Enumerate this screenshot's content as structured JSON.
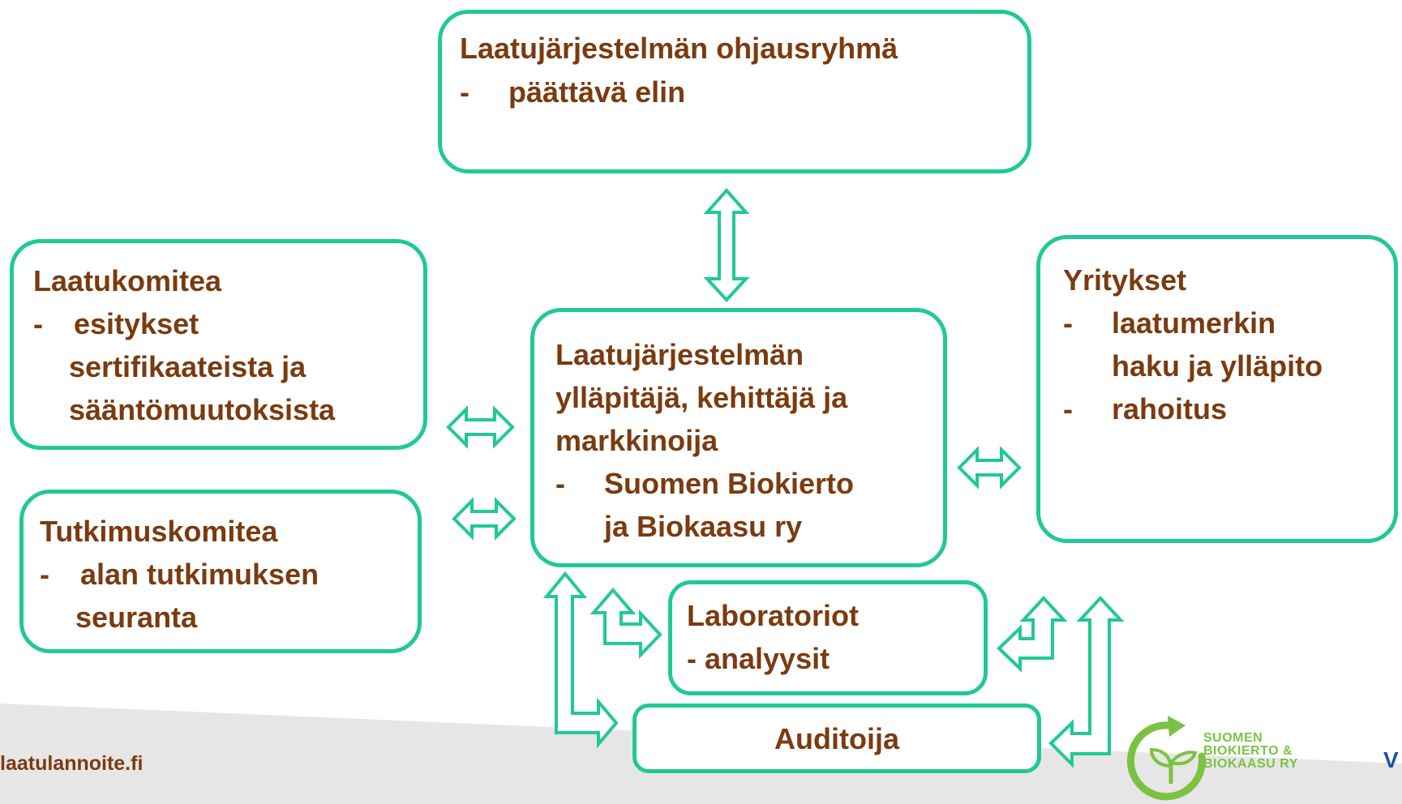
{
  "colors": {
    "box_border": "#20c996",
    "text": "#7a3b10",
    "logo_green": "#7cc242",
    "footer_band": "#e6e6e6"
  },
  "boxes": {
    "steering": {
      "title": "Laatujärjestelmän ohjausryhmä",
      "items": [
        "päättävä elin"
      ]
    },
    "quality_committee": {
      "title": "Laatukomitea",
      "items": [
        "esitykset",
        "sertifikaateista ja",
        "sääntömuutoksista"
      ]
    },
    "research_committee": {
      "title": "Tutkimuskomitea",
      "items": [
        "alan tutkimuksen",
        "seuranta"
      ]
    },
    "maintainer": {
      "title_lines": [
        "Laatujärjestelmän",
        "ylläpitäjä, kehittäjä ja",
        "markkinoija"
      ],
      "items": [
        "Suomen Biokierto",
        "ja Biokaasu ry"
      ]
    },
    "companies": {
      "title": "Yritykset",
      "items": [
        "laatumerkin",
        "haku ja ylläpito",
        "rahoitus"
      ]
    },
    "laboratories": {
      "title": "Laboratoriot",
      "items": [
        "- analyysit"
      ]
    },
    "auditor": {
      "title": "Auditoija"
    }
  },
  "dash": "-",
  "footer": {
    "url": "laatulannoite.fi"
  },
  "logo": {
    "icon": "biokierto-leaf-cycle-logo",
    "lines": [
      "SUOMEN",
      "BIOKIERTO &",
      "BIOKAASU RY"
    ]
  },
  "partner_logo": {
    "icon": "partner-logo-partial",
    "text": "V"
  }
}
